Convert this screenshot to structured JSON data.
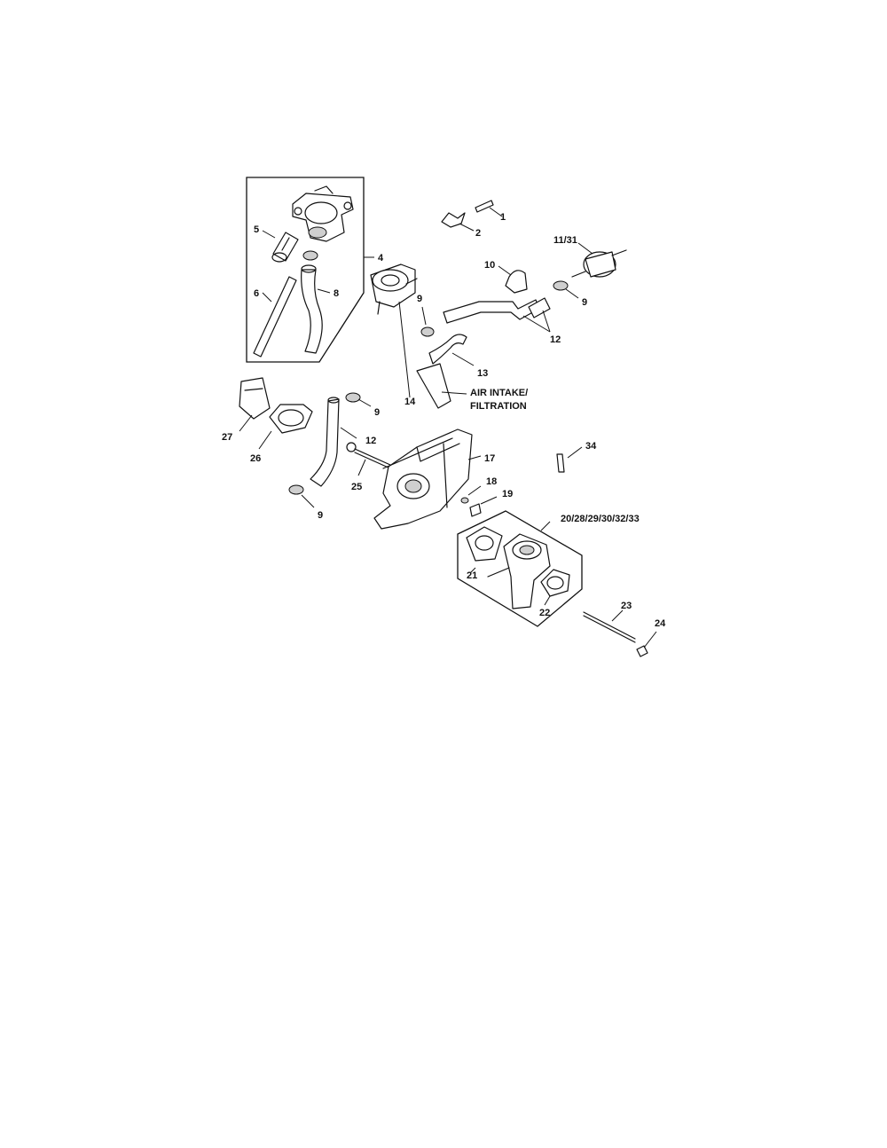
{
  "diagram": {
    "labels": {
      "p1": "1",
      "p2": "2",
      "p4": "4",
      "p5": "5",
      "p6": "6",
      "p8": "8",
      "p9a": "9",
      "p9b": "9",
      "p9c": "9",
      "p9d": "9",
      "p10": "10",
      "p11_31": "11/31",
      "p12a": "12",
      "p12b": "12",
      "p13": "13",
      "p14": "14",
      "air_intake_1": "AIR INTAKE/",
      "air_intake_2": "FILTRATION",
      "p17": "17",
      "p18": "18",
      "p19": "19",
      "p20_33": "20/28/29/30/32/33",
      "p21": "21",
      "p22": "22",
      "p23": "23",
      "p24": "24",
      "p25": "25",
      "p26": "26",
      "p27": "27",
      "p34": "34"
    }
  }
}
